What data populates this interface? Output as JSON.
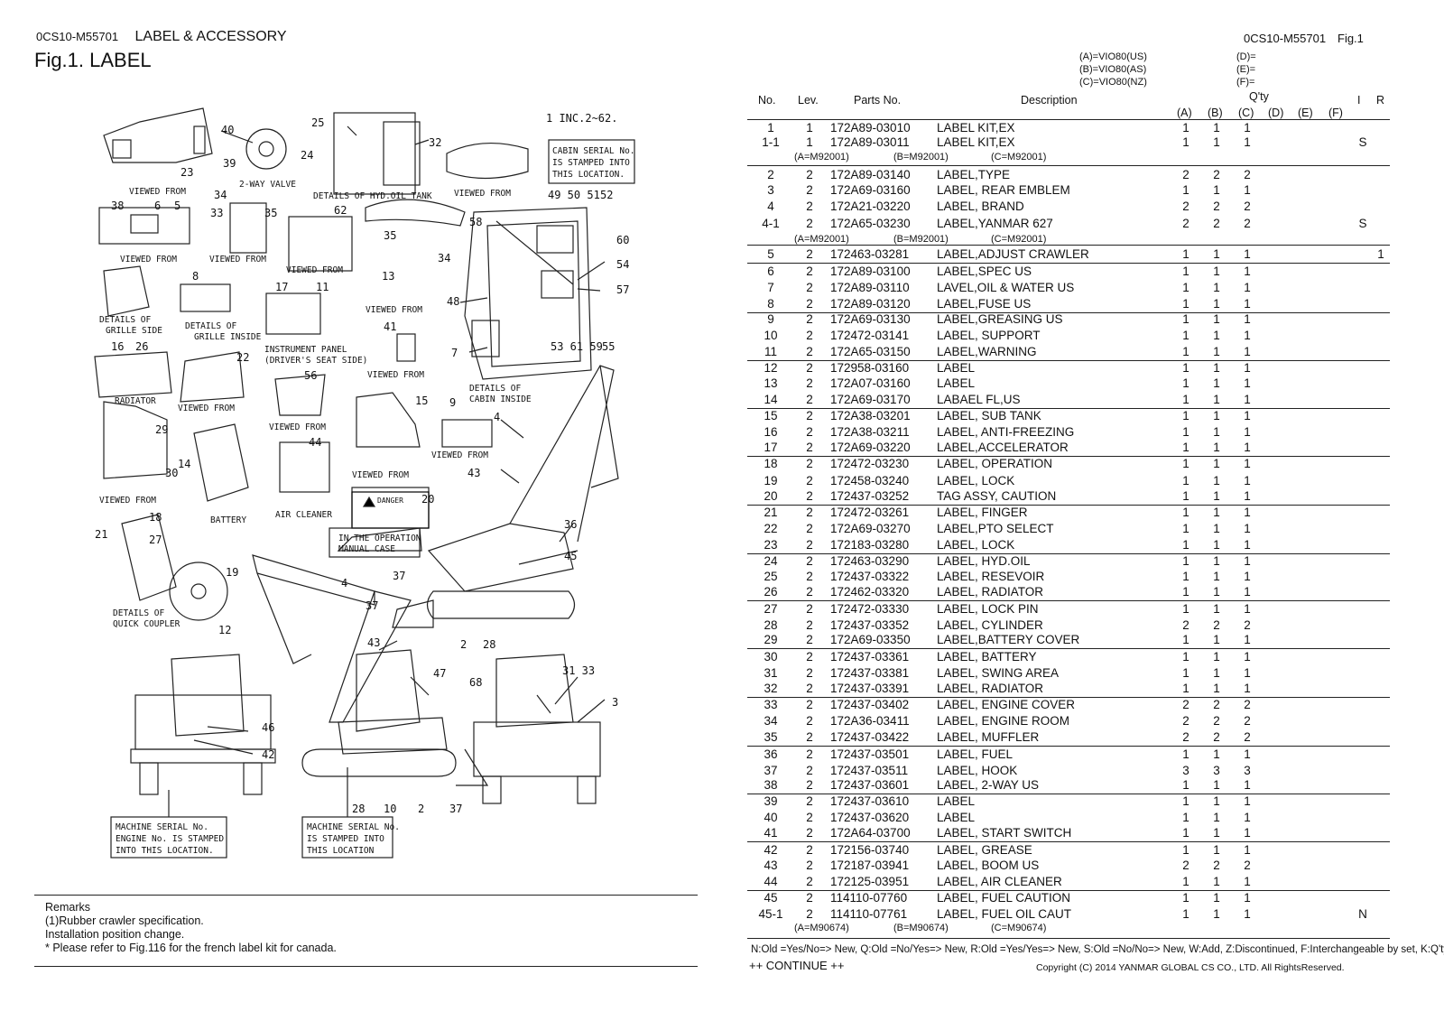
{
  "left": {
    "code": "0CS10-M55701",
    "title": "LABEL & ACCESSORY",
    "fig": "Fig.1.  LABEL"
  },
  "right": {
    "code": "0CS10-M55701",
    "fig": "Fig.1"
  },
  "models": {
    "A": "(A)=VIO80(US)",
    "B": "(B)=VIO80(AS)",
    "C": "(C)=VIO80(NZ)",
    "D": "(D)=",
    "E": "(E)=",
    "F": "(F)="
  },
  "columns": {
    "no": "No.",
    "lev": "Lev.",
    "part": "Parts No.",
    "desc": "Description",
    "qty": "Q'ty",
    "a": "(A)",
    "b": "(B)",
    "c": "(C)",
    "d": "(D)",
    "e": "(E)",
    "f": "(F)",
    "i": "I",
    "r": "R"
  },
  "diagram": {
    "note_top": "1 INC.2~62.",
    "cabin_serial": [
      "CABIN SERIAL No.",
      "IS STAMPED INTO",
      "THIS LOCATION."
    ],
    "machine_serial_left": [
      "MACHINE SERIAL No.",
      "ENGINE No.  IS STAMPED",
      "INTO THIS LOCATION."
    ],
    "machine_serial_right": [
      "MACHINE SERIAL No.",
      "IS STAMPED INTO",
      "THIS LOCATION"
    ],
    "operation_manual": [
      "IN THE OPERATION",
      "MANUAL CASE"
    ],
    "danger": "DANGER",
    "labels": {
      "viewed_h": "VIEWED FROM",
      "two_way": "2-WAY VALVE",
      "hyd_tank": "DETAILS OF HYD.OIL TANK",
      "viewed_k": "VIEWED FROM",
      "viewed_c": "VIEWED FROM",
      "viewed_i": "VIEWED FROM",
      "viewed_a": "VIEWED FROM",
      "viewed_d": "VIEWED FROM",
      "grille_side": [
        "DETAILS OF",
        "GRILLE SIDE"
      ],
      "grille_inside": [
        "DETAILS OF",
        "GRILLE INSIDE"
      ],
      "instrument": [
        "INSTRUMENT PANEL",
        "(DRIVER'S SEAT SIDE)"
      ],
      "viewed_j": "VIEWED FROM",
      "cabin_inside": [
        "DETAILS OF",
        "CABIN INSIDE"
      ],
      "radiator": "RADIATOR",
      "viewed_g": "VIEWED FROM",
      "viewed_b": "VIEWED FROM",
      "viewed_l": "VIEWED FROM",
      "viewed_f": "VIEWED FROM",
      "battery": "BATTERY",
      "air_cleaner": "AIR CLEANER",
      "viewed_e": "VIEWED FROM",
      "quick_coupler": [
        "DETAILS OF",
        "QUICK COUPLER"
      ]
    }
  },
  "remarks": {
    "title": "Remarks",
    "lines": [
      "(1)Rubber crawler specification.",
      "Installation position change.",
      "* Please refer to Fig.116 for the french label kit for canada."
    ]
  },
  "rows": [
    {
      "no": "1",
      "lev": "1",
      "part": "172A89-03010",
      "desc": "LABEL KIT,EX",
      "a": "1",
      "b": "1",
      "c": "1",
      "i": "",
      "r": ""
    },
    {
      "no": "1-1",
      "lev": "1",
      "part": "172A89-03011",
      "desc": "LABEL KIT,EX",
      "a": "1",
      "b": "1",
      "c": "1",
      "i": "S",
      "r": ""
    },
    {
      "sub": [
        "(A=M92001)",
        "(B=M92001)",
        "(C=M92001)"
      ]
    },
    {
      "no": "2",
      "lev": "2",
      "part": "172A89-03140",
      "desc": "LABEL,TYPE",
      "a": "2",
      "b": "2",
      "c": "2",
      "i": "",
      "r": ""
    },
    {
      "no": "3",
      "lev": "2",
      "part": "172A69-03160",
      "desc": "LABEL, REAR EMBLEM",
      "a": "1",
      "b": "1",
      "c": "1",
      "i": "",
      "r": ""
    },
    {
      "no": "4",
      "lev": "2",
      "part": "172A21-03220",
      "desc": "LABEL, BRAND",
      "a": "2",
      "b": "2",
      "c": "2",
      "i": "",
      "r": ""
    },
    {
      "no": "4-1",
      "lev": "2",
      "part": "172A65-03230",
      "desc": "LABEL,YANMAR 627",
      "a": "2",
      "b": "2",
      "c": "2",
      "i": "S",
      "r": ""
    },
    {
      "sub": [
        "(A=M92001)",
        "(B=M92001)",
        "(C=M92001)"
      ]
    },
    {
      "no": "5",
      "lev": "2",
      "part": "172463-03281",
      "desc": "LABEL,ADJUST CRAWLER",
      "a": "1",
      "b": "1",
      "c": "1",
      "i": "",
      "r": "1"
    },
    {
      "no": "6",
      "lev": "2",
      "part": "172A89-03100",
      "desc": "LABEL,SPEC US",
      "a": "1",
      "b": "1",
      "c": "1",
      "i": "",
      "r": ""
    },
    {
      "no": "7",
      "lev": "2",
      "part": "172A89-03110",
      "desc": "LAVEL,OIL & WATER US",
      "a": "1",
      "b": "1",
      "c": "1",
      "i": "",
      "r": ""
    },
    {
      "no": "8",
      "lev": "2",
      "part": "172A89-03120",
      "desc": "LABEL,FUSE US",
      "a": "1",
      "b": "1",
      "c": "1",
      "i": "",
      "r": ""
    },
    {
      "no": "9",
      "lev": "2",
      "part": "172A69-03130",
      "desc": "LABEL,GREASING US",
      "a": "1",
      "b": "1",
      "c": "1",
      "i": "",
      "r": ""
    },
    {
      "no": "10",
      "lev": "2",
      "part": "172472-03141",
      "desc": "LABEL, SUPPORT",
      "a": "1",
      "b": "1",
      "c": "1",
      "i": "",
      "r": ""
    },
    {
      "no": "11",
      "lev": "2",
      "part": "172A65-03150",
      "desc": "LABEL,WARNING",
      "a": "1",
      "b": "1",
      "c": "1",
      "i": "",
      "r": ""
    },
    {
      "no": "12",
      "lev": "2",
      "part": "172958-03160",
      "desc": "LABEL",
      "a": "1",
      "b": "1",
      "c": "1",
      "i": "",
      "r": ""
    },
    {
      "no": "13",
      "lev": "2",
      "part": "172A07-03160",
      "desc": "LABEL",
      "a": "1",
      "b": "1",
      "c": "1",
      "i": "",
      "r": ""
    },
    {
      "no": "14",
      "lev": "2",
      "part": "172A69-03170",
      "desc": "LABAEL FL,US",
      "a": "1",
      "b": "1",
      "c": "1",
      "i": "",
      "r": ""
    },
    {
      "no": "15",
      "lev": "2",
      "part": "172A38-03201",
      "desc": "LABEL, SUB TANK",
      "a": "1",
      "b": "1",
      "c": "1",
      "i": "",
      "r": ""
    },
    {
      "no": "16",
      "lev": "2",
      "part": "172A38-03211",
      "desc": "LABEL, ANTI-FREEZING",
      "a": "1",
      "b": "1",
      "c": "1",
      "i": "",
      "r": ""
    },
    {
      "no": "17",
      "lev": "2",
      "part": "172A69-03220",
      "desc": "LABEL,ACCELERATOR",
      "a": "1",
      "b": "1",
      "c": "1",
      "i": "",
      "r": ""
    },
    {
      "no": "18",
      "lev": "2",
      "part": "172472-03230",
      "desc": "LABEL, OPERATION",
      "a": "1",
      "b": "1",
      "c": "1",
      "i": "",
      "r": ""
    },
    {
      "no": "19",
      "lev": "2",
      "part": "172458-03240",
      "desc": "LABEL, LOCK",
      "a": "1",
      "b": "1",
      "c": "1",
      "i": "",
      "r": ""
    },
    {
      "no": "20",
      "lev": "2",
      "part": "172437-03252",
      "desc": "TAG ASSY, CAUTION",
      "a": "1",
      "b": "1",
      "c": "1",
      "i": "",
      "r": ""
    },
    {
      "no": "21",
      "lev": "2",
      "part": "172472-03261",
      "desc": "LABEL, FINGER",
      "a": "1",
      "b": "1",
      "c": "1",
      "i": "",
      "r": ""
    },
    {
      "no": "22",
      "lev": "2",
      "part": "172A69-03270",
      "desc": "LABEL,PTO SELECT",
      "a": "1",
      "b": "1",
      "c": "1",
      "i": "",
      "r": ""
    },
    {
      "no": "23",
      "lev": "2",
      "part": "172183-03280",
      "desc": "LABEL, LOCK",
      "a": "1",
      "b": "1",
      "c": "1",
      "i": "",
      "r": ""
    },
    {
      "no": "24",
      "lev": "2",
      "part": "172463-03290",
      "desc": "LABEL, HYD.OIL",
      "a": "1",
      "b": "1",
      "c": "1",
      "i": "",
      "r": ""
    },
    {
      "no": "25",
      "lev": "2",
      "part": "172437-03322",
      "desc": "LABEL, RESEVOIR",
      "a": "1",
      "b": "1",
      "c": "1",
      "i": "",
      "r": ""
    },
    {
      "no": "26",
      "lev": "2",
      "part": "172462-03320",
      "desc": "LABEL, RADIATOR",
      "a": "1",
      "b": "1",
      "c": "1",
      "i": "",
      "r": ""
    },
    {
      "no": "27",
      "lev": "2",
      "part": "172472-03330",
      "desc": "LABEL, LOCK PIN",
      "a": "1",
      "b": "1",
      "c": "1",
      "i": "",
      "r": ""
    },
    {
      "no": "28",
      "lev": "2",
      "part": "172437-03352",
      "desc": "LABEL, CYLINDER",
      "a": "2",
      "b": "2",
      "c": "2",
      "i": "",
      "r": ""
    },
    {
      "no": "29",
      "lev": "2",
      "part": "172A69-03350",
      "desc": "LABEL,BATTERY COVER",
      "a": "1",
      "b": "1",
      "c": "1",
      "i": "",
      "r": ""
    },
    {
      "no": "30",
      "lev": "2",
      "part": "172437-03361",
      "desc": "LABEL, BATTERY",
      "a": "1",
      "b": "1",
      "c": "1",
      "i": "",
      "r": ""
    },
    {
      "no": "31",
      "lev": "2",
      "part": "172437-03381",
      "desc": "LABEL, SWING AREA",
      "a": "1",
      "b": "1",
      "c": "1",
      "i": "",
      "r": ""
    },
    {
      "no": "32",
      "lev": "2",
      "part": "172437-03391",
      "desc": "LABEL, RADIATOR",
      "a": "1",
      "b": "1",
      "c": "1",
      "i": "",
      "r": ""
    },
    {
      "no": "33",
      "lev": "2",
      "part": "172437-03402",
      "desc": "LABEL, ENGINE COVER",
      "a": "2",
      "b": "2",
      "c": "2",
      "i": "",
      "r": ""
    },
    {
      "no": "34",
      "lev": "2",
      "part": "172A36-03411",
      "desc": "LABEL, ENGINE ROOM",
      "a": "2",
      "b": "2",
      "c": "2",
      "i": "",
      "r": ""
    },
    {
      "no": "35",
      "lev": "2",
      "part": "172437-03422",
      "desc": "LABEL, MUFFLER",
      "a": "2",
      "b": "2",
      "c": "2",
      "i": "",
      "r": ""
    },
    {
      "no": "36",
      "lev": "2",
      "part": "172437-03501",
      "desc": "LABEL, FUEL",
      "a": "1",
      "b": "1",
      "c": "1",
      "i": "",
      "r": ""
    },
    {
      "no": "37",
      "lev": "2",
      "part": "172437-03511",
      "desc": "LABEL, HOOK",
      "a": "3",
      "b": "3",
      "c": "3",
      "i": "",
      "r": ""
    },
    {
      "no": "38",
      "lev": "2",
      "part": "172437-03601",
      "desc": "LABEL, 2-WAY US",
      "a": "1",
      "b": "1",
      "c": "1",
      "i": "",
      "r": ""
    },
    {
      "no": "39",
      "lev": "2",
      "part": "172437-03610",
      "desc": "LABEL",
      "a": "1",
      "b": "1",
      "c": "1",
      "i": "",
      "r": ""
    },
    {
      "no": "40",
      "lev": "2",
      "part": "172437-03620",
      "desc": "LABEL",
      "a": "1",
      "b": "1",
      "c": "1",
      "i": "",
      "r": ""
    },
    {
      "no": "41",
      "lev": "2",
      "part": "172A64-03700",
      "desc": "LABEL, START SWITCH",
      "a": "1",
      "b": "1",
      "c": "1",
      "i": "",
      "r": ""
    },
    {
      "no": "42",
      "lev": "2",
      "part": "172156-03740",
      "desc": "LABEL, GREASE",
      "a": "1",
      "b": "1",
      "c": "1",
      "i": "",
      "r": ""
    },
    {
      "no": "43",
      "lev": "2",
      "part": "172187-03941",
      "desc": "LABEL, BOOM US",
      "a": "2",
      "b": "2",
      "c": "2",
      "i": "",
      "r": ""
    },
    {
      "no": "44",
      "lev": "2",
      "part": "172125-03951",
      "desc": "LABEL, AIR CLEANER",
      "a": "1",
      "b": "1",
      "c": "1",
      "i": "",
      "r": ""
    },
    {
      "no": "45",
      "lev": "2",
      "part": "114110-07760",
      "desc": "LABEL, FUEL CAUTION",
      "a": "1",
      "b": "1",
      "c": "1",
      "i": "",
      "r": ""
    },
    {
      "no": "45-1",
      "lev": "2",
      "part": "114110-07761",
      "desc": "LABEL, FUEL OIL CAUT",
      "a": "1",
      "b": "1",
      "c": "1",
      "i": "N",
      "r": ""
    },
    {
      "sub": [
        "(A=M90674)",
        "(B=M90674)",
        "(C=M90674)"
      ]
    }
  ],
  "legend": "N:Old =Yes/No=> New, Q:Old =No/Yes=> New, R:Old =Yes/Yes=> New, S:Old =No/No=> New, W:Add, Z:Discontinued, F:Interchangeable by set, K:Q'ty Change",
  "continue": "++ CONTINUE ++",
  "copyright": "Copyright (C) 2014 YANMAR GLOBAL CS CO., LTD. All RightsReserved."
}
